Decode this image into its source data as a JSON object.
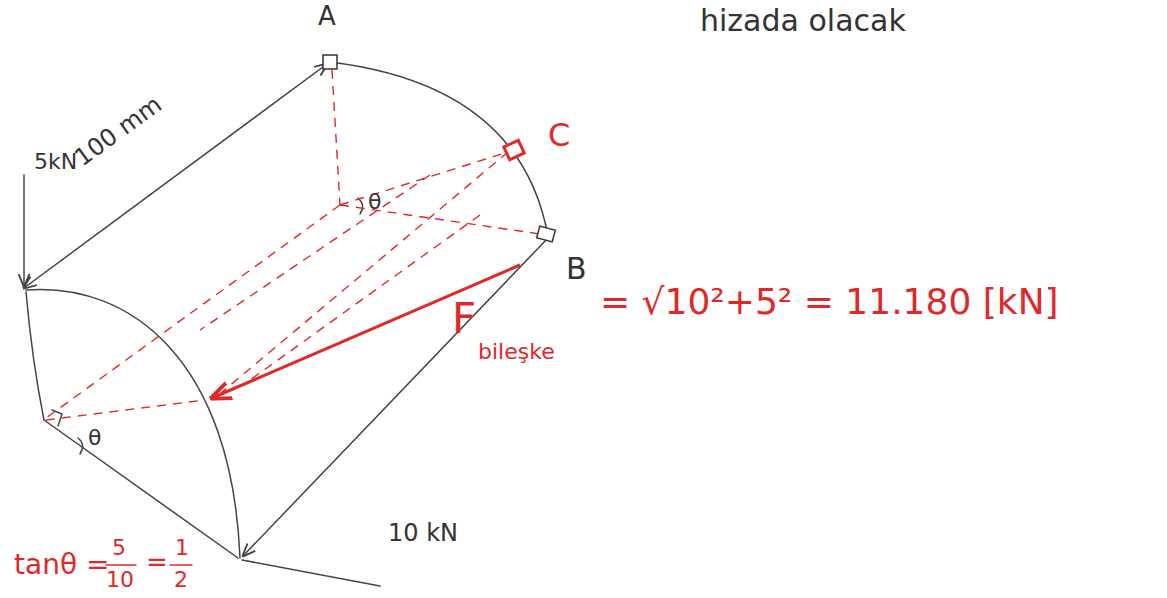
{
  "diagram": {
    "labels": [
      "A",
      "hizada olacak",
      "5kN",
      "100 mm",
      "C",
      "θ",
      "B",
      "F",
      "bileşke",
      "= √10²+5² = 11.180 [kN]",
      "θ",
      "10 kN",
      "tanθ =",
      "5",
      "10",
      "=",
      "1",
      "2"
    ]
  }
}
